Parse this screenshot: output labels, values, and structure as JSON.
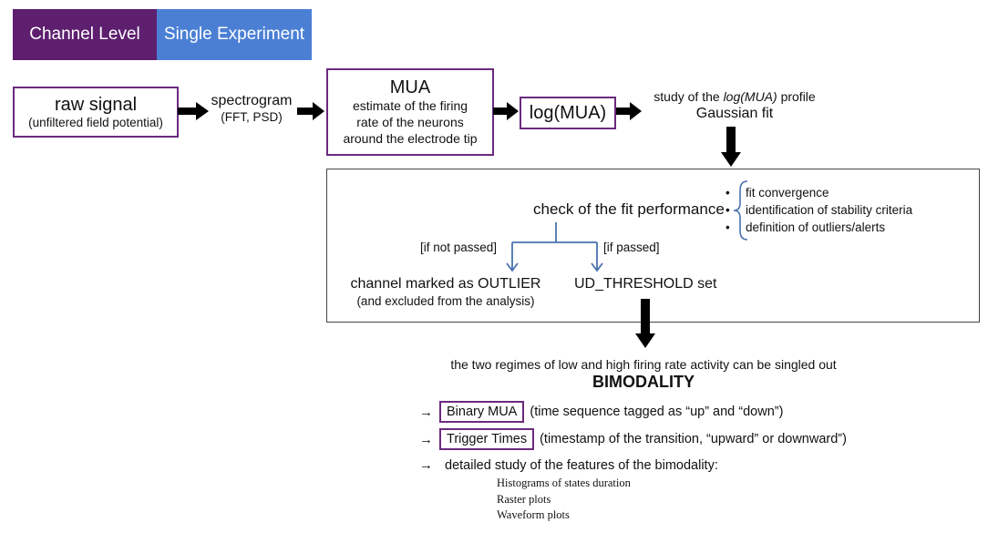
{
  "tabs": {
    "level": "Channel Level",
    "experiment": "Single Experiment"
  },
  "raw": {
    "title": "raw signal",
    "sub": "(unfiltered field potential)"
  },
  "spectrogram": {
    "title": "spectrogram",
    "sub": "(FFT, PSD)"
  },
  "mua": {
    "title": "MUA",
    "line1": "estimate of the firing",
    "line2": "rate of the neurons",
    "line3": "around the electrode tip"
  },
  "logmua": {
    "title": "log(MUA)"
  },
  "study": {
    "prefix": "study of the ",
    "italic": "log(MUA)",
    "suffix": " profile",
    "line2": "Gaussian fit"
  },
  "check": {
    "label": "check of the fit performance"
  },
  "criteria": [
    "fit convergence",
    "identification of stability criteria",
    "definition of outliers/alerts"
  ],
  "branches": {
    "not_passed": "[if not passed]",
    "passed": "[if passed]"
  },
  "outlier": {
    "line1": "channel marked as OUTLIER",
    "line2": "(and excluded from the analysis)"
  },
  "threshold": {
    "label": "UD_THRESHOLD set"
  },
  "regimes": {
    "text": "the two regimes of low and high firing rate activity can be singled out",
    "title": "BIMODALITY"
  },
  "results": [
    {
      "arrow": "→",
      "box": "Binary MUA",
      "desc": "(time sequence tagged as “up” and “down”)"
    },
    {
      "arrow": "→",
      "box": "Trigger Times",
      "desc": "(timestamp of the transition, “upward” or downward”)"
    },
    {
      "arrow": "→",
      "box": "",
      "desc": "detailed study of the features of the bimodality:"
    }
  ],
  "subitems": [
    "Histograms of states duration",
    "Raster plots",
    "Waveform plots"
  ],
  "colors": {
    "level_tab": "#5d1f6e",
    "experiment_tab": "#4a7fd4",
    "box_border": "#6b2a7e",
    "branch_line": "#4a72b0"
  }
}
